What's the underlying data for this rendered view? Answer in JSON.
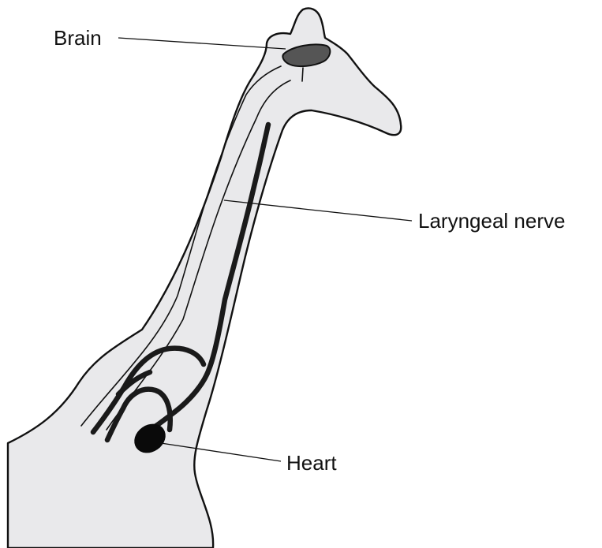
{
  "labels": {
    "brain": "Brain",
    "nerve": "Laryngeal nerve",
    "heart": "Heart"
  },
  "colors": {
    "body_fill": "#e9e9eb",
    "outline": "#111111",
    "brain_fill": "#555555",
    "heart_fill": "#0a0a0a",
    "nerve": "#1a1a1a"
  }
}
